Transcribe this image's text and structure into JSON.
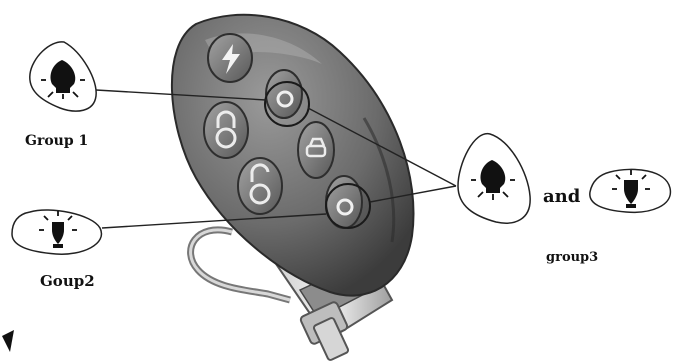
{
  "labels": {
    "group1": "Group 1",
    "group2": "Goup2",
    "and": "and",
    "group3": "group3"
  },
  "icons": {
    "bulb_on": "bulb-on-icon",
    "bulb_off": "bulb-off-icon",
    "lightning": "lightning-icon",
    "lock": "lock-icon",
    "unlock": "unlock-icon",
    "car": "car-icon",
    "remote_button_icon": "light-button-icon"
  },
  "colors": {
    "remote_body": "#6b6b6b",
    "remote_highlight": "#9a9a9a",
    "button_face": "#7d7d7d",
    "line": "#222222"
  }
}
